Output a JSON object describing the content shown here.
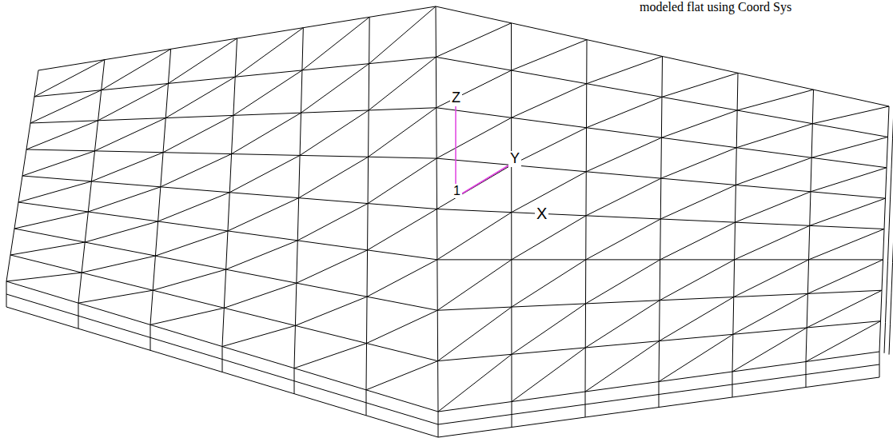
{
  "diagram": {
    "labels": [
      "modeled flat using Coord Sys",
      "Z",
      "Y",
      "1",
      "X"
    ]
  }
}
